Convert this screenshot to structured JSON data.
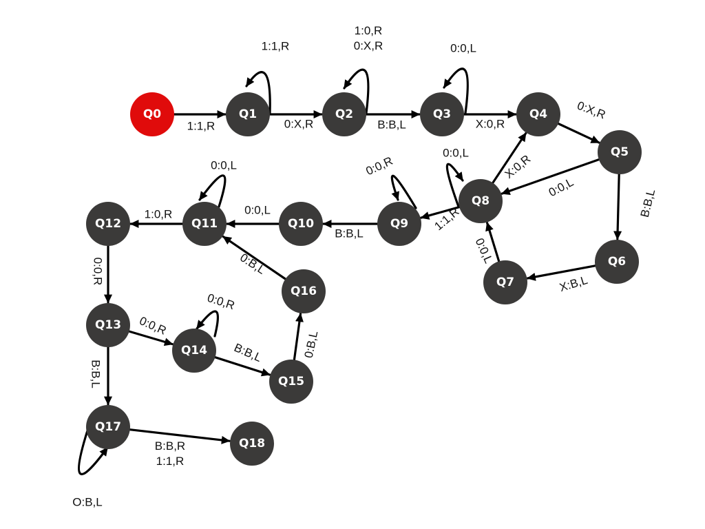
{
  "states": [
    {
      "id": "Q0",
      "label": "Q0",
      "start": true
    },
    {
      "id": "Q1",
      "label": "Q1"
    },
    {
      "id": "Q2",
      "label": "Q2"
    },
    {
      "id": "Q3",
      "label": "Q3"
    },
    {
      "id": "Q4",
      "label": "Q4"
    },
    {
      "id": "Q5",
      "label": "Q5"
    },
    {
      "id": "Q6",
      "label": "Q6"
    },
    {
      "id": "Q7",
      "label": "Q7"
    },
    {
      "id": "Q8",
      "label": "Q8"
    },
    {
      "id": "Q9",
      "label": "Q9"
    },
    {
      "id": "Q10",
      "label": "Q10"
    },
    {
      "id": "Q11",
      "label": "Q11"
    },
    {
      "id": "Q12",
      "label": "Q12"
    },
    {
      "id": "Q13",
      "label": "Q13"
    },
    {
      "id": "Q14",
      "label": "Q14"
    },
    {
      "id": "Q15",
      "label": "Q15"
    },
    {
      "id": "Q16",
      "label": "Q16"
    },
    {
      "id": "Q17",
      "label": "Q17"
    },
    {
      "id": "Q18",
      "label": "Q18"
    }
  ],
  "transitions": [
    {
      "from": "Q0",
      "to": "Q1",
      "label": "1:1,R"
    },
    {
      "from": "Q1",
      "to": "Q1",
      "label": "1:1,R"
    },
    {
      "from": "Q1",
      "to": "Q2",
      "label": "0:X,R"
    },
    {
      "from": "Q2",
      "to": "Q2",
      "label": "1:0,R\n0:X,R"
    },
    {
      "from": "Q2",
      "to": "Q3",
      "label": "B:B,L"
    },
    {
      "from": "Q3",
      "to": "Q3",
      "label": "0:0,L"
    },
    {
      "from": "Q3",
      "to": "Q4",
      "label": "X:0,R"
    },
    {
      "from": "Q4",
      "to": "Q5",
      "label": "0:X,R"
    },
    {
      "from": "Q5",
      "to": "Q8",
      "label": "0:0,L"
    },
    {
      "from": "Q5",
      "to": "Q6",
      "label": "B:B,L"
    },
    {
      "from": "Q6",
      "to": "Q7",
      "label": "X:B,L"
    },
    {
      "from": "Q7",
      "to": "Q8",
      "label": "0:0,L"
    },
    {
      "from": "Q8",
      "to": "Q8",
      "label": "0:0,L"
    },
    {
      "from": "Q8",
      "to": "Q4",
      "label": "X:0,R"
    },
    {
      "from": "Q8",
      "to": "Q9",
      "label": "1:1,R"
    },
    {
      "from": "Q9",
      "to": "Q9",
      "label": "0:0,R"
    },
    {
      "from": "Q9",
      "to": "Q10",
      "label": "B:B,L"
    },
    {
      "from": "Q10",
      "to": "Q11",
      "label": "0:0,L"
    },
    {
      "from": "Q11",
      "to": "Q11",
      "label": "0:0,L"
    },
    {
      "from": "Q11",
      "to": "Q12",
      "label": "1:0,R"
    },
    {
      "from": "Q12",
      "to": "Q13",
      "label": "0:0,R"
    },
    {
      "from": "Q13",
      "to": "Q14",
      "label": "0:0,R"
    },
    {
      "from": "Q14",
      "to": "Q14",
      "label": "0:0,R"
    },
    {
      "from": "Q14",
      "to": "Q15",
      "label": "B:B,L"
    },
    {
      "from": "Q15",
      "to": "Q16",
      "label": "0:B,L"
    },
    {
      "from": "Q16",
      "to": "Q11",
      "label": "0:B,L"
    },
    {
      "from": "Q13",
      "to": "Q17",
      "label": "B:B,L"
    },
    {
      "from": "Q17",
      "to": "Q17",
      "label": "O:B,L"
    },
    {
      "from": "Q17",
      "to": "Q18",
      "label": "B:B,R\n1:1,R"
    }
  ]
}
